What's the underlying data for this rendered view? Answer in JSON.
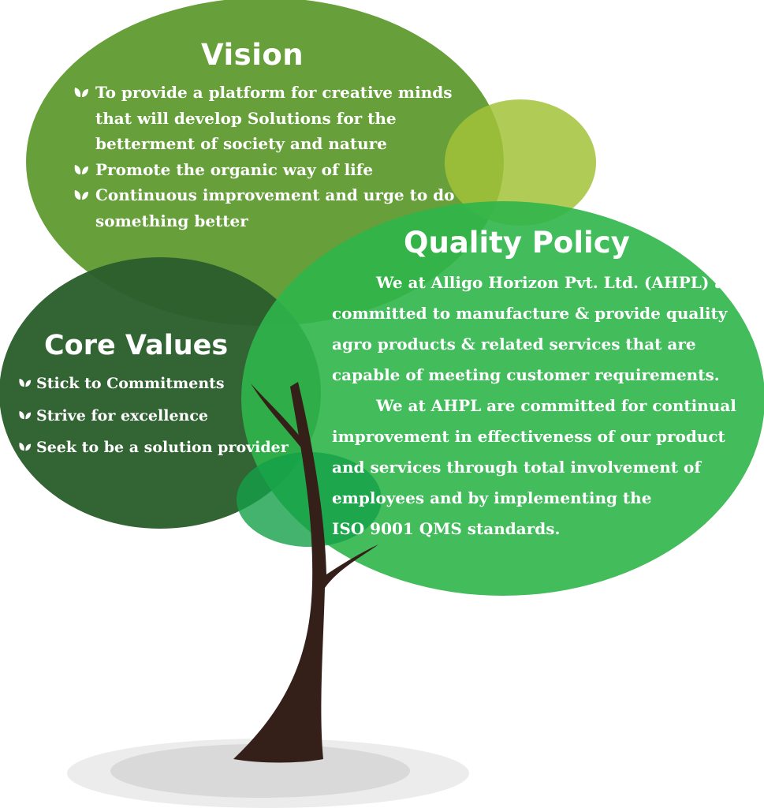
{
  "vision": {
    "title": "Vision",
    "items": [
      "To provide a platform for creative minds that will develop Solutions for the betterment of society and nature",
      "Promote the organic way of life",
      "Continuous improvement and urge to do something better"
    ]
  },
  "quality_policy": {
    "title": "Quality Policy",
    "paragraphs": [
      "We at Alligo Horizon Pvt. Ltd. (AHPL) are committed to manufacture & provide quality agro products & related services that are capable of meeting customer requirements.",
      "We at AHPL are committed for continual improvement in effectiveness of our product and services through total involvement of employees and by implementing the",
      "ISO 9001 QMS standards."
    ]
  },
  "core_values": {
    "title": "Core Values",
    "items": [
      "Stick to Commitments",
      "Strive for excellence",
      "Seek to be a solution provider"
    ]
  },
  "colors": {
    "vision_bubble": "#5d9a2e",
    "lime_bubble": "#a5c23a",
    "quality_bubble": "#2fb54a",
    "core_bubble": "#2b5e2c",
    "small_bubble": "#13a048",
    "trunk": "#352019",
    "shadow": "#e0e0e0"
  },
  "icons": {
    "bullet": "leaf-bullet-icon"
  }
}
